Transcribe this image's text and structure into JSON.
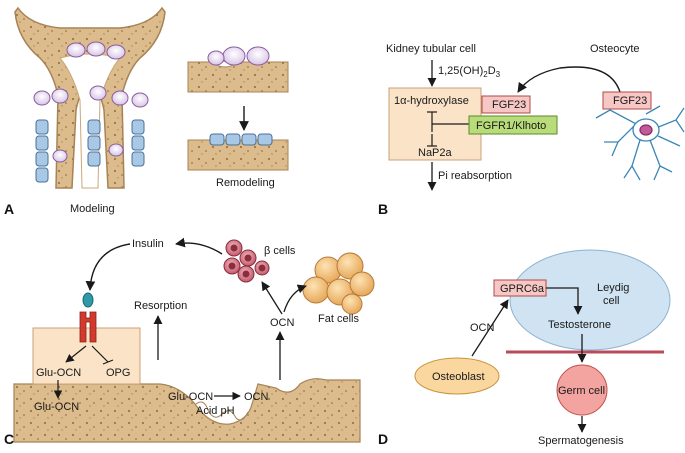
{
  "panels": {
    "A": {
      "letter": "A",
      "modeling": "Modeling",
      "remodeling": "Remodeling"
    },
    "B": {
      "letter": "B",
      "kidney_cell": "Kidney tubular cell",
      "osteocyte": "Osteocyte",
      "vitd": "1,25(OH)",
      "vitd_sub2": "2",
      "vitd_D": "D",
      "vitd_sub3": "3",
      "hydroxylase": "1α-hydroxylase",
      "fgf23_inner": "FGF23",
      "fgfr": "FGFR1/Klhoto",
      "fgf23_outer": "FGF23",
      "napi": "NaP2a",
      "pi": "Pi reabsorption"
    },
    "C": {
      "letter": "C",
      "insulin": "Insulin",
      "beta_cells": "β cells",
      "fat_cells": "Fat cells",
      "resorption": "Resorption",
      "ocn_mid": "OCN",
      "glu_ocn_left": "Glu-OCN",
      "opg": "OPG",
      "glu_ocn_low": "Glu-OCN",
      "glu_ocn_pit": "Glu-OCN",
      "ocn_pit": "OCN",
      "acid_ph": "Acid pH"
    },
    "D": {
      "letter": "D",
      "gprc6a": "GPRC6a",
      "leydig": "Leydig",
      "leydig2": "cell",
      "ocn": "OCN",
      "testosterone": "Testosterone",
      "osteoblast": "Osteoblast",
      "germ_cell": "Germ cell",
      "spermatogenesis": "Spermatogenesis"
    }
  },
  "colors": {
    "bone": "#d9b98a",
    "bone_dark": "#b8925e",
    "cell_box": "#fbe3c8",
    "fgf_box": "#f6c7c4",
    "fgfr_box": "#b9dc7a",
    "leydig": "#cfe3f2",
    "osteoblast": "#fbd7a0",
    "germ": "#f3a4a0",
    "membrane_line": "#b84a5a",
    "receptor": "#d13b2e",
    "receptor_tip": "#2f9aa6"
  }
}
